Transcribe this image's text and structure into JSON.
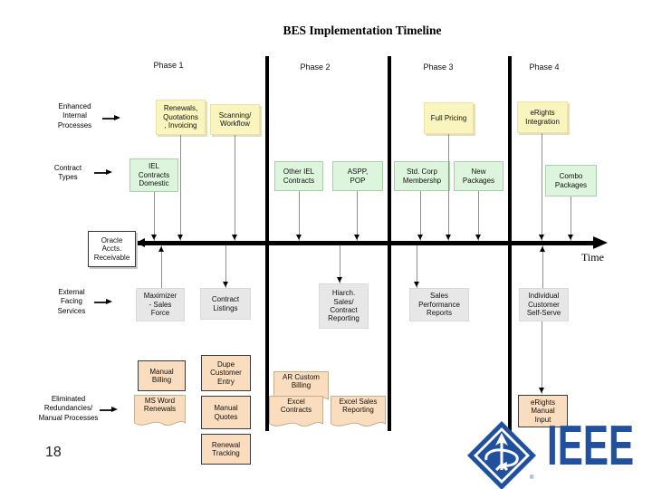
{
  "title": "BES Implementation Timeline",
  "page_number": "18",
  "timeline": {
    "time_label": "Time"
  },
  "phases": {
    "p1": "Phase 1",
    "p2": "Phase 2",
    "p3": "Phase 3",
    "p4": "Phase 4"
  },
  "rows": {
    "enhanced": "Enhanced\nInternal\nProcesses",
    "contract_types": "Contract\nTypes",
    "external": "External\nFacing\nServices",
    "eliminated": "Eliminated\nRedundancies/\nManual Processes"
  },
  "boxes": {
    "renewals": "Renewals,\nQuotations\n, Invoicing",
    "scanning": "Scanning/\nWorkflow",
    "full_pricing": "Full Pricing",
    "erights_integration": "eRights\nIntegration",
    "iel_domestic": "IEL\nContracts\nDomestic",
    "other_iel": "Other IEL\nContracts",
    "aspp_pop": "ASPP,\nPOP",
    "std_corp": "Std. Corp\nMembershp",
    "new_packages": "New\nPackages",
    "combo_packages": "Combo\nPackages",
    "oracle": "Oracle\nAccts.\nReceivable",
    "maximizer": "Maximizer\n- Sales\nForce",
    "contract_listings": "Contract\nListings",
    "hiarch": "Hiarch.\nSales/\nContract\nReporting",
    "sales_perf": "Sales\nPerformance\nReports",
    "individual": "Individual\nCustomer\nSelf-Serve",
    "manual_billing": "Manual\nBilling",
    "dupe_entry": "Dupe\nCustomer\nEntry",
    "ms_word": "MS Word\nRenewals",
    "manual_quotes": "Manual\nQuotes",
    "renewal_tracking": "Renewal\nTracking",
    "ar_custom": "AR Custom\nBilling",
    "excel_contracts": "Excel\nContracts",
    "excel_sales": "Excel Sales\nReporting",
    "erights_manual": "eRights\nManual\nInput"
  },
  "logo": {
    "wordmark": "IEEE",
    "registered": "®"
  },
  "icons": {
    "timeline_right": "arrow-right-icon",
    "timeline_left": "arrow-left-icon",
    "connector_down": "arrow-down-icon",
    "connector_up": "arrow-up-icon",
    "row_pointer": "arrow-right-icon",
    "ieee_diamond": "ieee-diamond-icon"
  },
  "colors": {
    "box_yellow": "#FAF5BF",
    "box_green": "#DCF5DC",
    "box_gray": "#E7E7E7",
    "box_peach": "#FADCBE",
    "ieee_blue": "#21519E",
    "line": "#000000"
  }
}
